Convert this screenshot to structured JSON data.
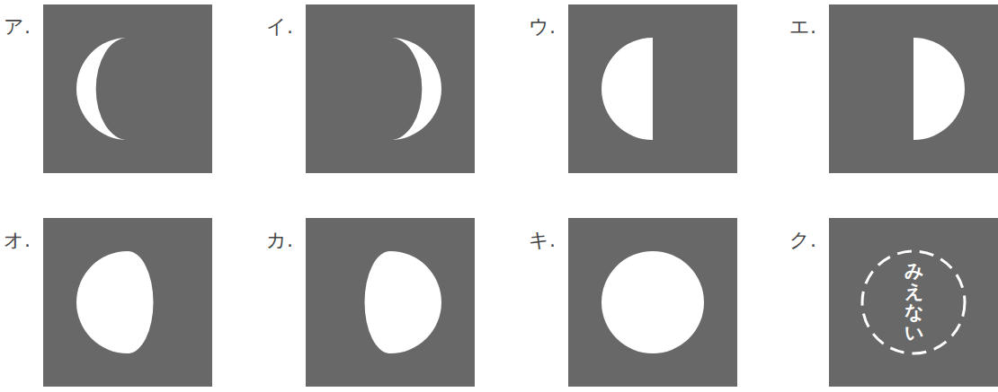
{
  "diagram": {
    "nodes": [
      {
        "text": [
          "ア."
        ]
      },
      {
        "text": [
          "イ."
        ]
      },
      {
        "text": [
          "ウ."
        ]
      },
      {
        "text": [
          "エ."
        ]
      },
      {
        "text": [
          "オ."
        ]
      },
      {
        "text": [
          "カ."
        ]
      },
      {
        "text": [
          "キ."
        ]
      },
      {
        "text": [
          "ク.",
          "みえない"
        ]
      }
    ]
  }
}
